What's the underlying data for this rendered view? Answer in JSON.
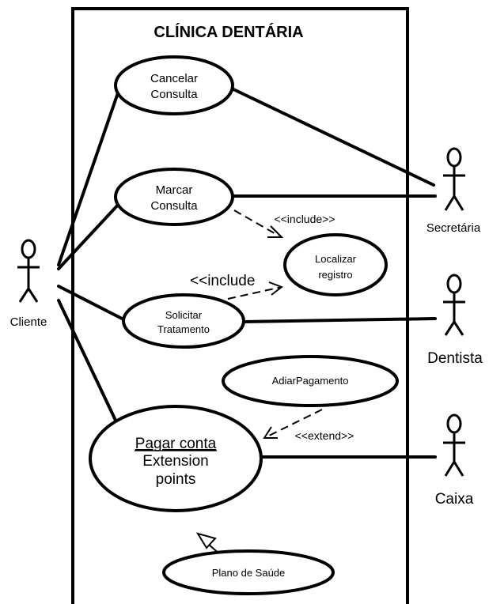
{
  "system": {
    "title": "CLÍNICA DENTÁRIA"
  },
  "actors": {
    "cliente": "Cliente",
    "secretaria": "Secretária",
    "dentista": "Dentista",
    "caixa": "Caixa"
  },
  "use_cases": {
    "cancelar": {
      "line1": "Cancelar",
      "line2": "Consulta"
    },
    "marcar": {
      "line1": "Marcar",
      "line2": "Consulta"
    },
    "localizar": {
      "line1": "Localizar",
      "line2": "registro"
    },
    "solicitar": {
      "line1": "Solicitar",
      "line2": "Tratamento"
    },
    "adiar": {
      "line1": "AdiarPagamento"
    },
    "pagar": {
      "line1": "Pagar conta",
      "line2": "Extension",
      "line3": "points"
    },
    "plano": {
      "line1": "Plano de Saúde"
    }
  },
  "relations": {
    "include_1": "<<include>>",
    "include_2": "<<include",
    "extend": "<<extend>>"
  }
}
